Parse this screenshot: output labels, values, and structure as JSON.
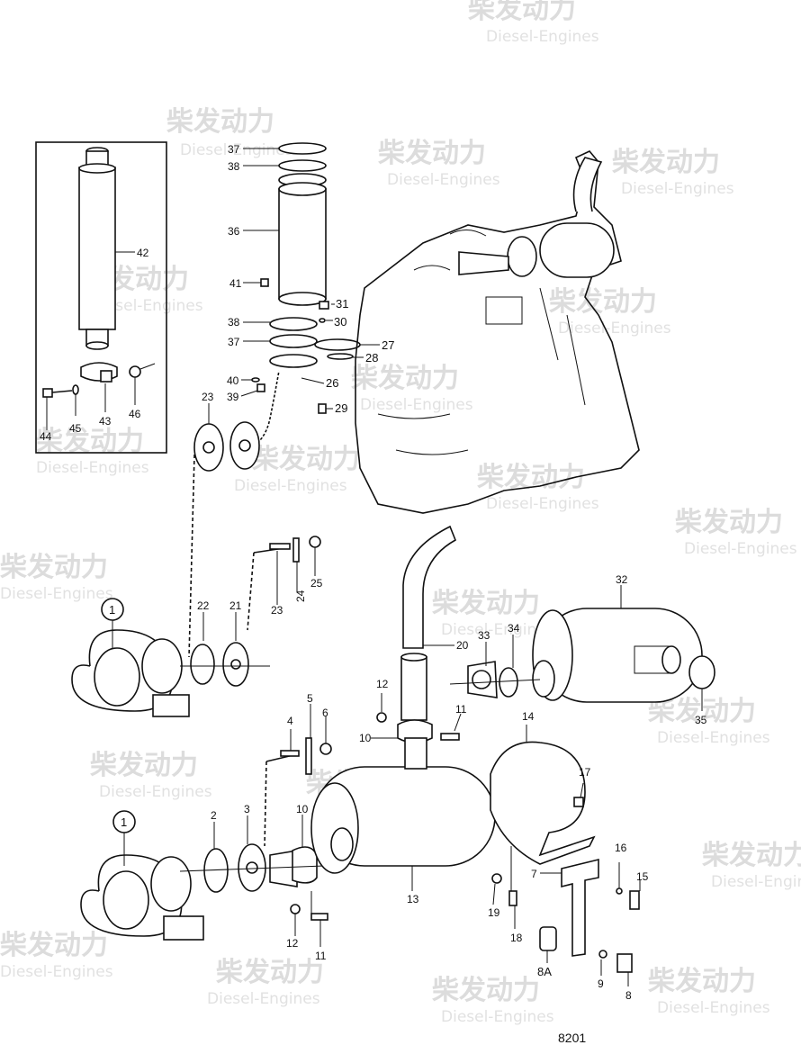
{
  "watermark": {
    "brand": "柴发动力",
    "subtitle": "Diesel-Engines"
  },
  "drawing_ref": "8201",
  "callouts": {
    "c1a": "1",
    "c1b": "1",
    "c2": "2",
    "c3": "3",
    "c4": "4",
    "c5": "5",
    "c6": "6",
    "c7": "7",
    "c8": "8",
    "c8A": "8A",
    "c9": "9",
    "c10a": "10",
    "c10b": "10",
    "c11a": "11",
    "c11b": "11",
    "c12a": "12",
    "c12b": "12",
    "c13": "13",
    "c14": "14",
    "c15": "15",
    "c16": "16",
    "c17": "17",
    "c18": "18",
    "c19": "19",
    "c20": "20",
    "c21": "21",
    "c22": "22",
    "c23a": "23",
    "c23b": "23",
    "c24": "24",
    "c25": "25",
    "c26": "26",
    "c27": "27",
    "c28": "28",
    "c29": "29",
    "c30": "30",
    "c31": "31",
    "c32": "32",
    "c33": "33",
    "c34": "34",
    "c35": "35",
    "c36": "36",
    "c37a": "37",
    "c37b": "37",
    "c38a": "38",
    "c38b": "38",
    "c39": "39",
    "c40": "40",
    "c41": "41",
    "c42": "42",
    "c43": "43",
    "c44": "44",
    "c45": "45",
    "c46": "46"
  }
}
